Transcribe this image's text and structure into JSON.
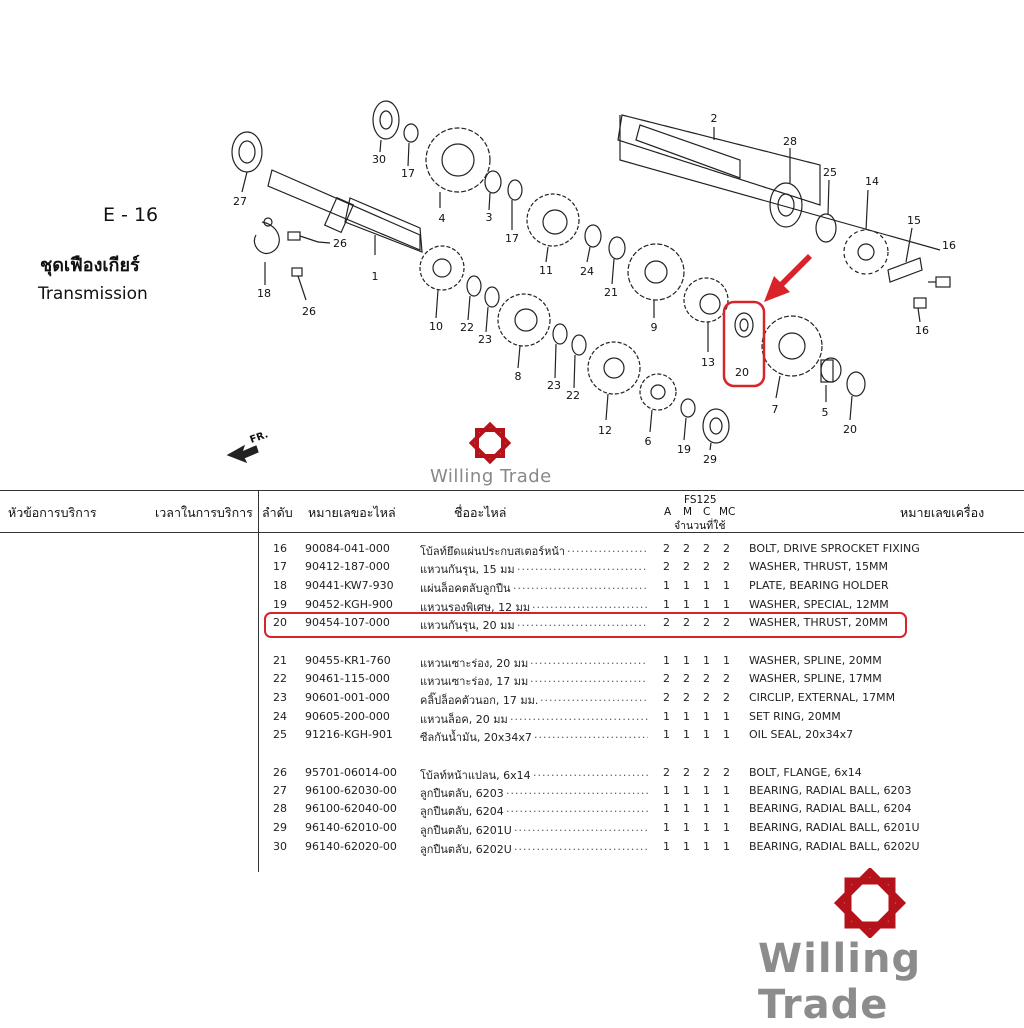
{
  "header": {
    "page_code": "E - 16",
    "title_th": "ชุดเฟืองเกียร์",
    "title_en": "Transmission"
  },
  "watermark": {
    "text": "Willing Trade",
    "color": "#b5121b"
  },
  "diagram": {
    "callouts": [
      "1",
      "2",
      "3",
      "4",
      "5",
      "6",
      "7",
      "8",
      "9",
      "10",
      "11",
      "12",
      "13",
      "14",
      "15",
      "16",
      "16",
      "17",
      "17",
      "18",
      "19",
      "20",
      "20",
      "21",
      "22",
      "22",
      "23",
      "23",
      "24",
      "25",
      "26",
      "26",
      "27",
      "28",
      "29",
      "30"
    ],
    "direction_label": "FR.",
    "highlighted_callout": "20",
    "highlight_color": "#d8232a"
  },
  "table": {
    "columns": {
      "service_topic": "หัวข้อการบริการ",
      "service_time": "เวลาในการบริการ",
      "index": "ลำดับ",
      "part_no": "หมายเลขอะไหล่",
      "part_name": "ชื่ออะไหล่",
      "model": "FS125",
      "qty_codes": [
        "A",
        "M",
        "C",
        "MC"
      ],
      "qty_label": "จำนวนที่ใช้",
      "engine_no": "หมายเลขเครื่อง"
    },
    "rows": [
      {
        "idx": "16",
        "part": "90084-041-000",
        "name": "โบ้ลท์ยึดแผ่นประกบสเตอร์หน้า",
        "dots": "...............................",
        "q": [
          "2",
          "2",
          "2",
          "2"
        ],
        "en": "BOLT, DRIVE SPROCKET FIXING"
      },
      {
        "idx": "17",
        "part": "90412-187-000",
        "name": "แหวนกันรุน, 15 มม",
        "dots": ".........................................",
        "q": [
          "2",
          "2",
          "2",
          "2"
        ],
        "en": "WASHER, THRUST, 15MM"
      },
      {
        "idx": "18",
        "part": "90441-KW7-930",
        "name": "แผ่นล็อคตลับลูกปืน",
        "dots": "........................................",
        "q": [
          "1",
          "1",
          "1",
          "1"
        ],
        "en": "PLATE, BEARING HOLDER"
      },
      {
        "idx": "19",
        "part": "90452-KGH-900",
        "name": "แหวนรองพิเศษ, 12 มม",
        "dots": "...................................",
        "q": [
          "1",
          "1",
          "1",
          "1"
        ],
        "en": "WASHER, SPECIAL, 12MM"
      },
      {
        "idx": "20",
        "part": "90454-107-000",
        "name": "แหวนกันรุน, 20 มม",
        "dots": ".........................................",
        "q": [
          "2",
          "2",
          "2",
          "2"
        ],
        "en": "WASHER, THRUST, 20MM"
      },
      {
        "idx": "21",
        "part": "90455-KR1-760",
        "name": "แหวนเซาะร่อง, 20 มม",
        "dots": ".....................................",
        "q": [
          "1",
          "1",
          "1",
          "1"
        ],
        "en": "WASHER, SPLINE, 20MM"
      },
      {
        "idx": "22",
        "part": "90461-115-000",
        "name": "แหวนเซาะร่อง, 17 มม",
        "dots": ".....................................",
        "q": [
          "2",
          "2",
          "2",
          "2"
        ],
        "en": "WASHER, SPLINE, 17MM"
      },
      {
        "idx": "23",
        "part": "90601-001-000",
        "name": "คลิ๊ปล็อคตัวนอก, 17 มม.",
        "dots": "................................",
        "q": [
          "2",
          "2",
          "2",
          "2"
        ],
        "en": "CIRCLIP, EXTERNAL, 17MM"
      },
      {
        "idx": "24",
        "part": "90605-200-000",
        "name": "แหวนล็อค, 20 มม",
        "dots": ".............................................",
        "q": [
          "1",
          "1",
          "1",
          "1"
        ],
        "en": "SET RING, 20MM"
      },
      {
        "idx": "25",
        "part": "91216-KGH-901",
        "name": "ซีลกันน้ำมัน, 20x34x7",
        "dots": ".....................................",
        "q": [
          "1",
          "1",
          "1",
          "1"
        ],
        "en": "OIL SEAL, 20x34x7"
      },
      {
        "idx": "26",
        "part": "95701-06014-00",
        "name": "โบ้ลท์หน้าแปลน, 6x14",
        "dots": "..................................",
        "q": [
          "2",
          "2",
          "2",
          "2"
        ],
        "en": "BOLT, FLANGE, 6x14"
      },
      {
        "idx": "27",
        "part": "96100-62030-00",
        "name": "ลูกปืนตลับ, 6203",
        "dots": "..............................................",
        "q": [
          "1",
          "1",
          "1",
          "1"
        ],
        "en": "BEARING, RADIAL BALL, 6203"
      },
      {
        "idx": "28",
        "part": "96100-62040-00",
        "name": "ลูกปืนตลับ, 6204",
        "dots": "..............................................",
        "q": [
          "1",
          "1",
          "1",
          "1"
        ],
        "en": "BEARING, RADIAL BALL, 6204"
      },
      {
        "idx": "29",
        "part": "96140-62010-00",
        "name": "ลูกปืนตลับ, 6201U",
        "dots": "............................................",
        "q": [
          "1",
          "1",
          "1",
          "1"
        ],
        "en": "BEARING, RADIAL BALL, 6201U"
      },
      {
        "idx": "30",
        "part": "96140-62020-00",
        "name": "ลูกปืนตลับ, 6202U",
        "dots": "............................................",
        "q": [
          "1",
          "1",
          "1",
          "1"
        ],
        "en": "BEARING, RADIAL BALL, 6202U"
      }
    ]
  }
}
